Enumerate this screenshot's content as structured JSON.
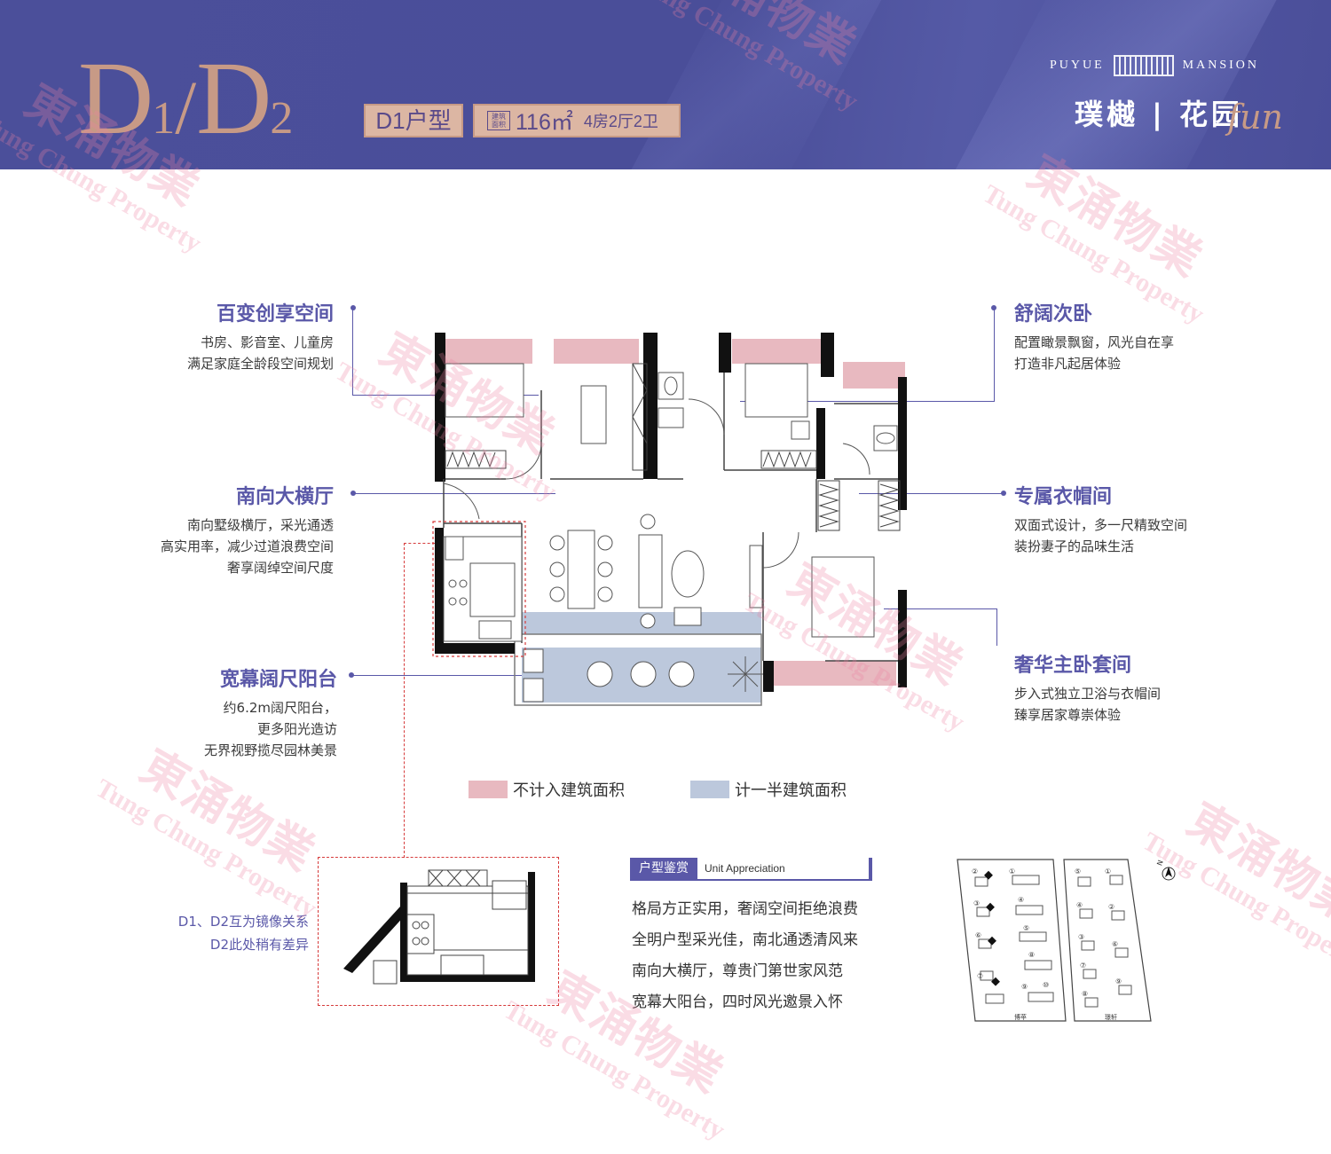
{
  "header": {
    "model_main_1": "D",
    "model_sub_1": "1",
    "model_slash": "/",
    "model_main_2": "D",
    "model_sub_2": "2",
    "unit_type": "D1户型",
    "area_label": "建筑面积",
    "area_value": "116㎡",
    "rooms": "4房2厅2卫",
    "brand_en_left": "PUYUE",
    "brand_en_right": "MANSION",
    "brand_cn": "璞樾 | 花园",
    "brand_script": "fun"
  },
  "watermark": {
    "cn": "東涌物業",
    "en": "Tung Chung Property"
  },
  "callouts": {
    "flex_space": {
      "title": "百变创享空间",
      "lines": [
        "书房、影音室、儿童房",
        "满足家庭全龄段空间规划"
      ]
    },
    "living_hall": {
      "title": "南向大横厅",
      "lines": [
        "南向墅级横厅，采光通透",
        "高实用率，减少过道浪费空间",
        "奢享阔绰空间尺度"
      ]
    },
    "balcony": {
      "title": "宽幕阔尺阳台",
      "lines": [
        "约6.2m阔尺阳台，",
        "更多阳光造访",
        "无界视野揽尽园林美景"
      ]
    },
    "second_bedroom": {
      "title": "舒阔次卧",
      "lines": [
        "配置瞰景飘窗，风光自在享",
        "打造非凡起居体验"
      ]
    },
    "wardrobe": {
      "title": "专属衣帽间",
      "lines": [
        "双面式设计，多一尺精致空间",
        "装扮妻子的品味生活"
      ]
    },
    "master_suite": {
      "title": "奢华主卧套间",
      "lines": [
        "步入式独立卫浴与衣帽间",
        "臻享居家尊崇体验"
      ]
    }
  },
  "legend": {
    "not_counted": {
      "label": "不计入建筑面积",
      "color": "#e8b9c0"
    },
    "half_counted": {
      "label": "计一半建筑面积",
      "color": "#bcc8dc"
    }
  },
  "inset_note": [
    "D1、D2互为镜像关系",
    "D2此处稍有差异"
  ],
  "appreciation": {
    "tag": "户型鉴赏",
    "en": "Unit Appreciation",
    "lines": [
      "格局方正实用，奢阔空间拒绝浪费",
      "全明户型采光佳，南北通透清风来",
      "南向大横厅，尊贵门第世家风范",
      "宽幕大阳台，四时风光邀景入怀"
    ]
  },
  "sitemap": {
    "left_label": "博苹",
    "right_label": "璟轩",
    "north": "N",
    "left_numbers": [
      "①",
      "②",
      "③",
      "④",
      "⑤",
      "⑥",
      "⑦",
      "⑧",
      "⑨",
      "⑩"
    ],
    "right_numbers": [
      "①",
      "②",
      "③",
      "④",
      "⑤",
      "⑥",
      "⑦",
      "⑧",
      "⑨"
    ]
  },
  "colors": {
    "header": "#4b4f9a",
    "accent": "#5a58a8",
    "rose_gold": "#c79a86",
    "watermark": "#ee82a0"
  }
}
